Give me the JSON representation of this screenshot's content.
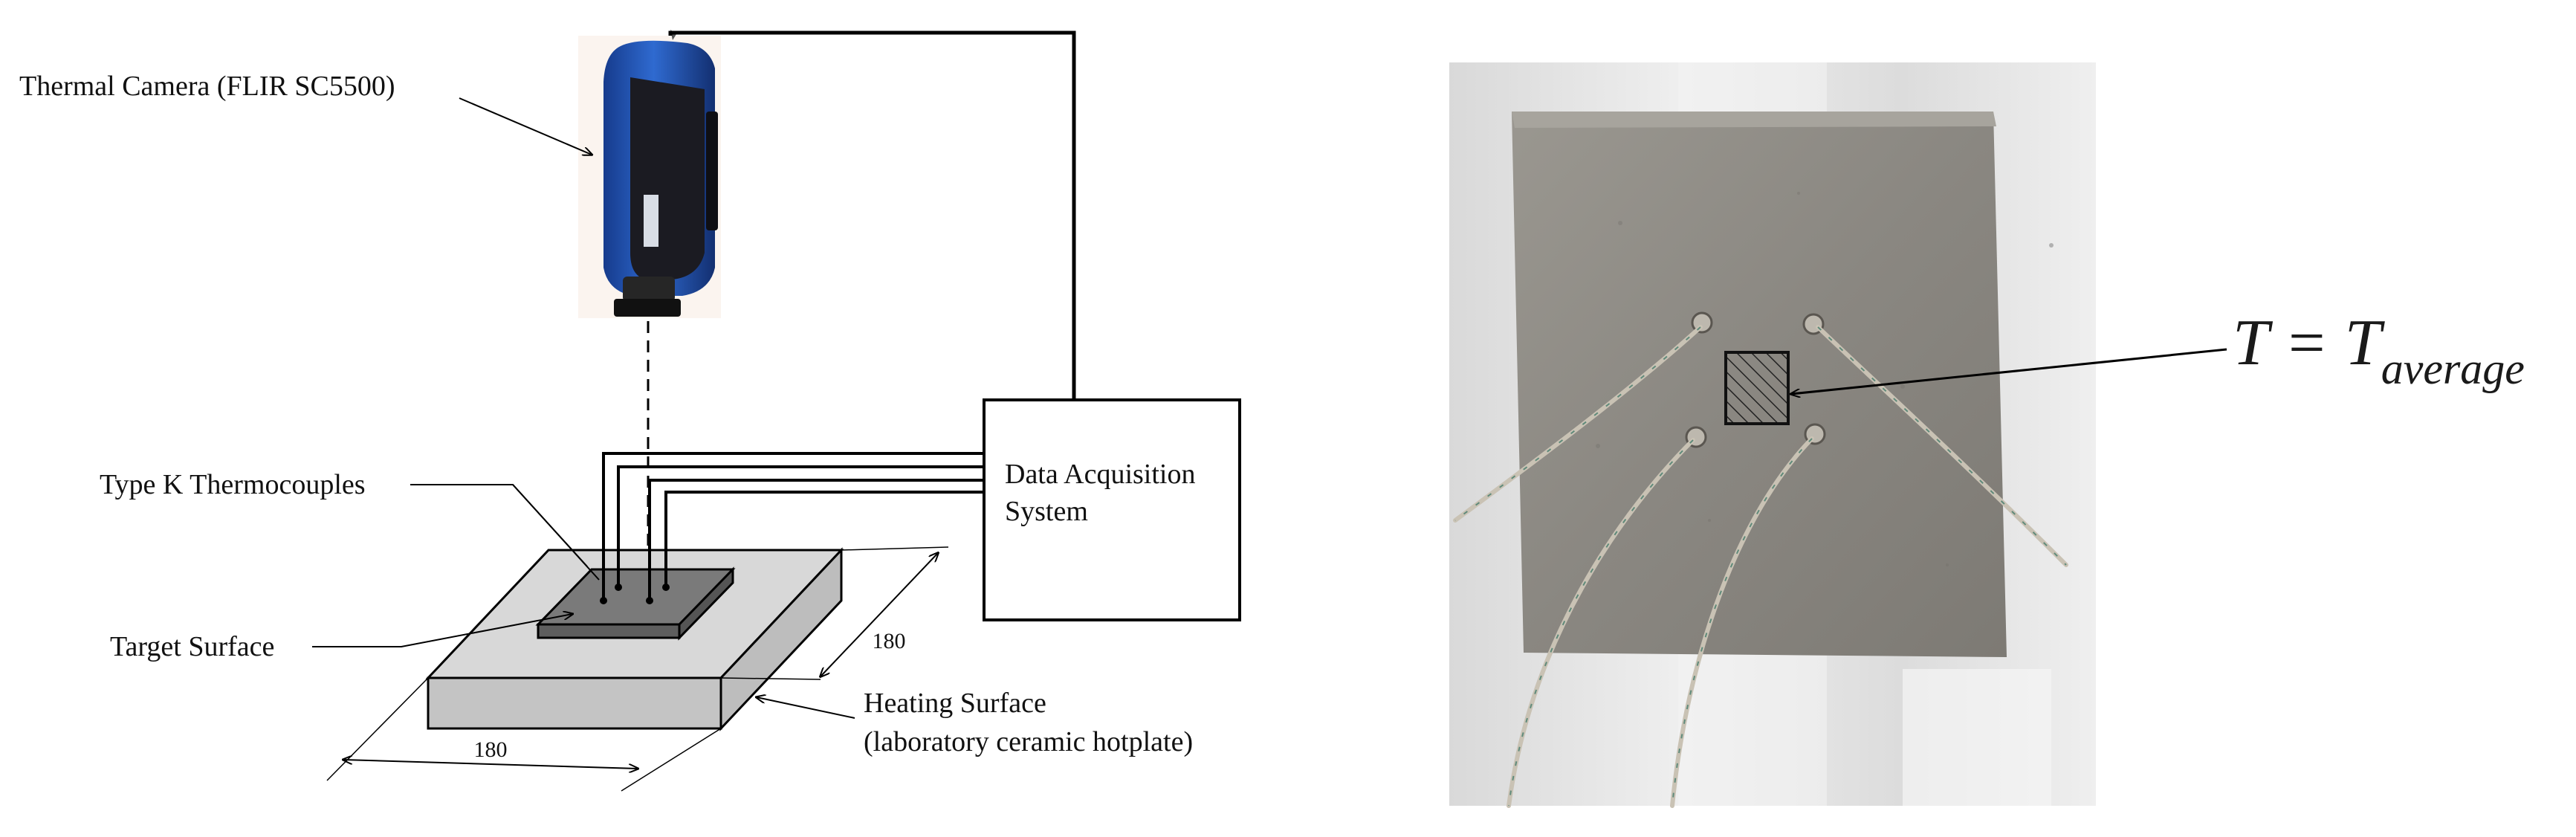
{
  "diagram": {
    "labels": {
      "camera": "Thermal Camera (FLIR SC5500)",
      "thermocouples": "Type K Thermocouples",
      "target_surface": "Target Surface",
      "daq_line1": "Data Acquisition",
      "daq_line2": "System",
      "heating_line1": "Heating Surface",
      "heating_line2": "(laboratory ceramic hotplate)",
      "dim_width": "180",
      "dim_depth": "180"
    }
  },
  "photo": {
    "equation_lhs": "T = T",
    "equation_sub": "average"
  },
  "colors": {
    "line": "#000000",
    "camera_blue": "#1f4fb0",
    "camera_body": "#1b1b22",
    "hotplate_top": "#d8d8d8",
    "hotplate_side": "#c4c4c4",
    "target": "#777777",
    "plate": "#8d8a85",
    "backdrop": "#e7e7e7"
  }
}
